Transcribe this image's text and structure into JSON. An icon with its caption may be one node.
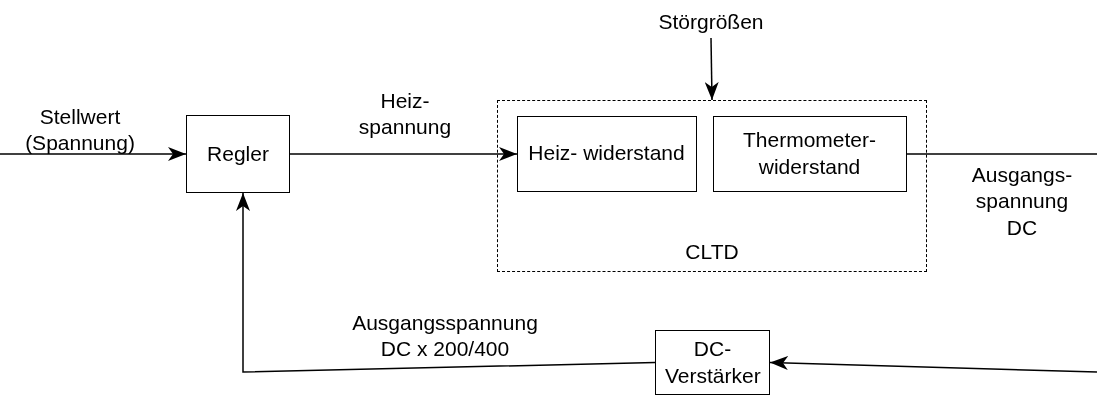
{
  "diagram": {
    "nodes": [
      {
        "text": [
          "Störgrößen"
        ]
      },
      {
        "text": [
          "Regler"
        ]
      },
      {
        "text": [
          "CLTD"
        ]
      },
      {
        "text": [
          "Heiz- widerstand"
        ],
        "in": 2
      },
      {
        "text": [
          "Thermometer- widerstand"
        ],
        "in": 2
      },
      {
        "text": [
          "DC- Verstärker"
        ]
      }
    ],
    "edges": [
      {
        "from": null,
        "to": 1,
        "arrow": "to",
        "label": "Stellwert (Spannung)"
      },
      {
        "from": 1,
        "to": 3,
        "arrow": "to",
        "label": "Heiz- spannung"
      },
      {
        "from": 0,
        "to": 2,
        "arrow": "to"
      },
      {
        "from": 4,
        "to": null,
        "arrow": "none",
        "label": "Ausgangs- spannung DC"
      },
      {
        "from": null,
        "to": 5,
        "arrow": "to"
      },
      {
        "from": 5,
        "to": 1,
        "arrow": "to",
        "label": "Ausgangsspannung DC x 200/400"
      }
    ]
  }
}
